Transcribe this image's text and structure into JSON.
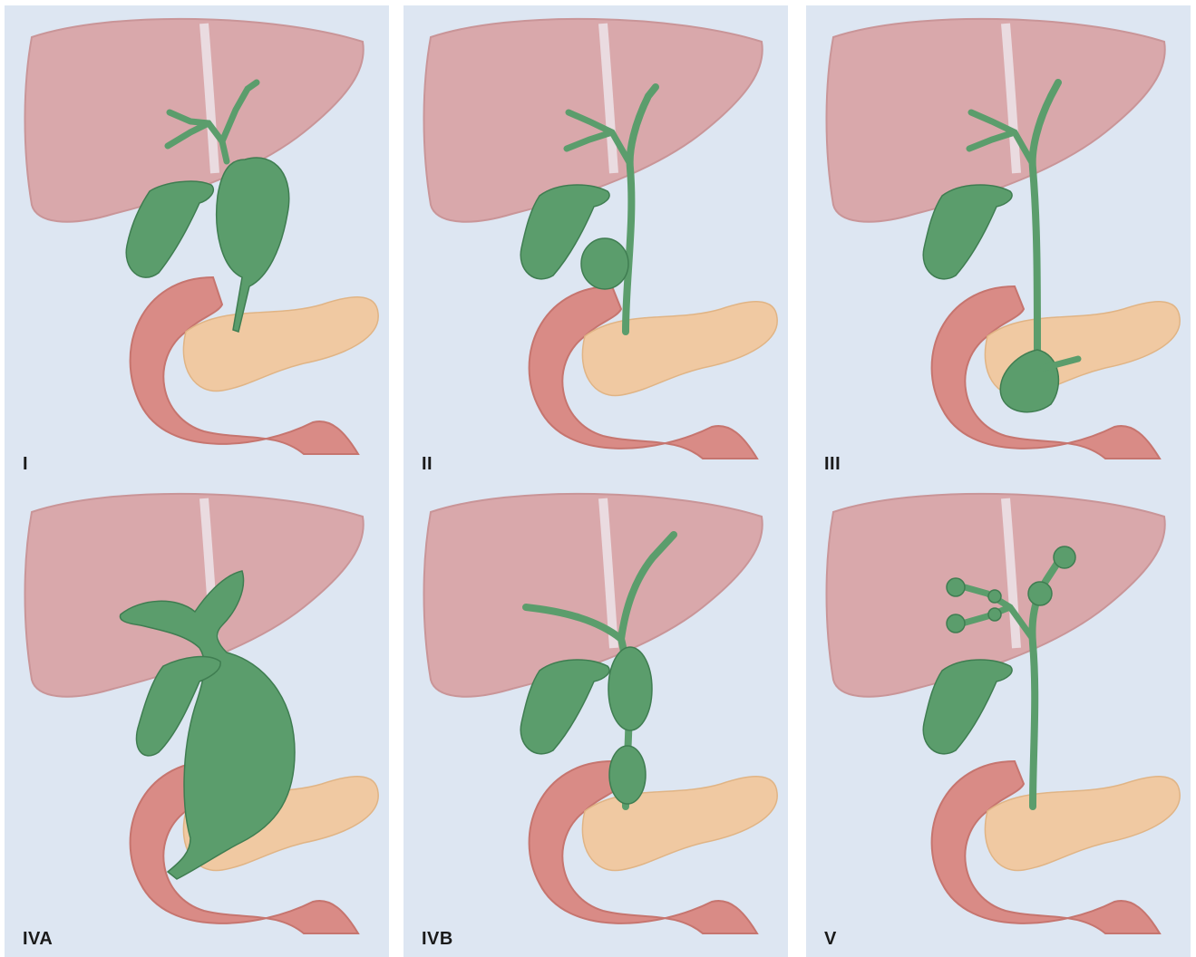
{
  "panels": [
    {
      "label": "I",
      "variant": "fusiform-cbd-dilation"
    },
    {
      "label": "II",
      "variant": "cbd-diverticulum"
    },
    {
      "label": "III",
      "variant": "choledochocele"
    },
    {
      "label": "IVA",
      "variant": "intra-and-extrahepatic-dilation"
    },
    {
      "label": "IVB",
      "variant": "multiple-extrahepatic-cysts"
    },
    {
      "label": "V",
      "variant": "intrahepatic-cysts-caroli"
    }
  ],
  "colors": {
    "background": "#dde6f2",
    "liver": "#d9a8ab",
    "duodenum": "#d98b86",
    "pancreas": "#f0c9a2",
    "bile_duct": "#5b9d6c"
  }
}
